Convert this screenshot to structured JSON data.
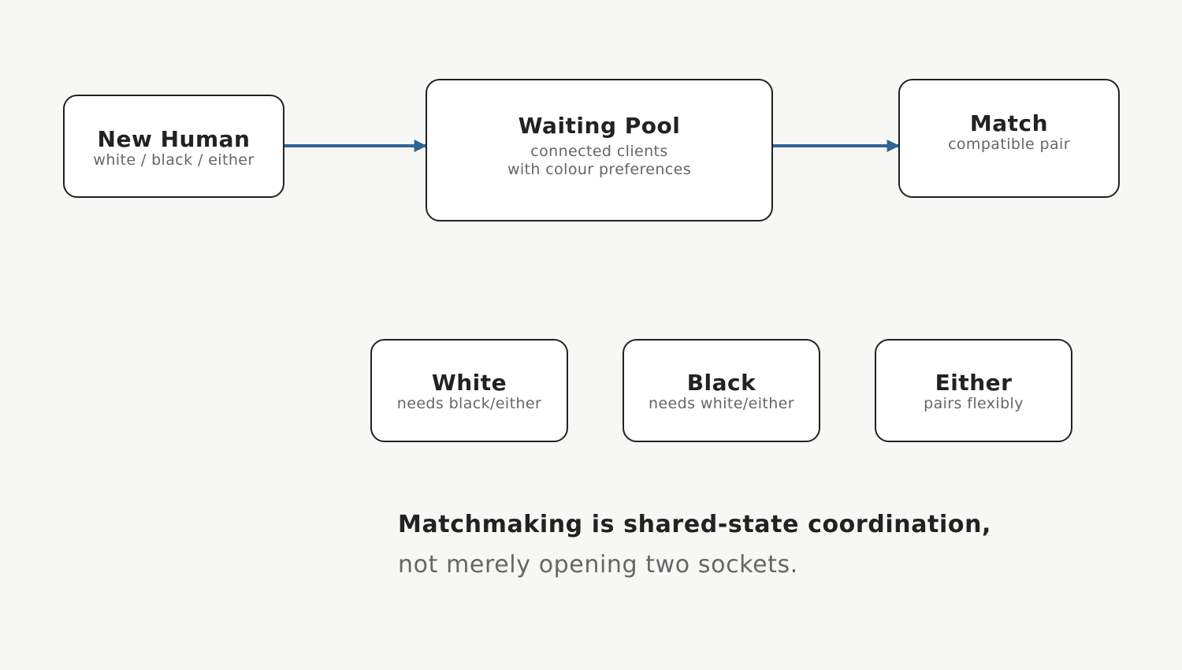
{
  "nodes": {
    "new_human": {
      "title": "New Human",
      "subtitle": "white / black / either"
    },
    "waiting_pool": {
      "title": "Waiting Pool",
      "subtitle_line1": "connected clients",
      "subtitle_line2": "with colour preferences"
    },
    "match": {
      "title": "Match",
      "subtitle": "compatible pair"
    },
    "white": {
      "title": "White",
      "subtitle": "needs black/either"
    },
    "black": {
      "title": "Black",
      "subtitle": "needs white/either"
    },
    "either": {
      "title": "Either",
      "subtitle": "pairs flexibly"
    }
  },
  "caption": {
    "main": "Matchmaking is shared-state coordination,",
    "sub": "not merely opening two sockets."
  },
  "colors": {
    "background": "#f7f7f5",
    "node_fill": "#ffffff",
    "node_border": "#222222",
    "arrow": "#2f6496",
    "title_text": "#222222",
    "sub_text": "#666666"
  }
}
